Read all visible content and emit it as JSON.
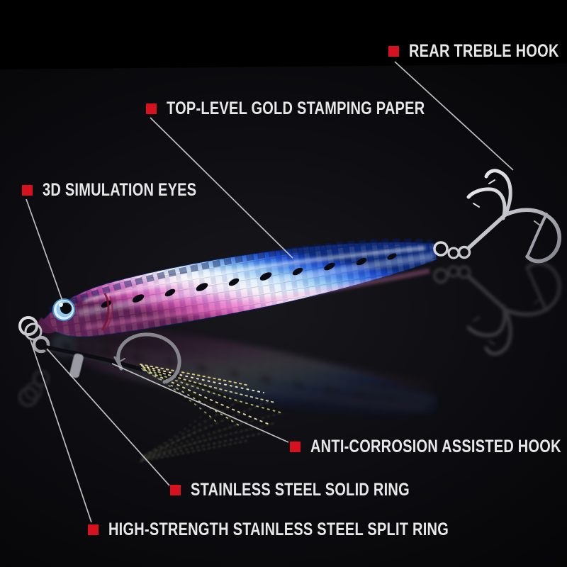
{
  "scene": {
    "type": "annotated product photo",
    "subject": "metal jig fishing lure with treble hook and assist hook",
    "background_color": "#000000"
  },
  "colors": {
    "bullet_red": "#d5121e",
    "label_text": "#e8e8e8",
    "callout_line": "#c8c8c8",
    "lure_blue": "#1848c8",
    "lure_silver": "#e8f2fa",
    "lure_pink": "#c94fa4",
    "hook_silver": "#c9c9d0",
    "tinsel_gold": "#d9c87a"
  },
  "callouts": [
    {
      "label": "REAR TREBLE HOOK"
    },
    {
      "label": "TOP-LEVEL GOLD STAMPING PAPER"
    },
    {
      "label": "3D SIMULATION EYES"
    },
    {
      "label": "ANTI-CORROSION ASSISTED HOOK"
    },
    {
      "label": "STAINLESS STEEL SOLID RING"
    },
    {
      "label": "HIGH-STRENGTH STAINLESS STEEL SPLIT RING"
    }
  ]
}
